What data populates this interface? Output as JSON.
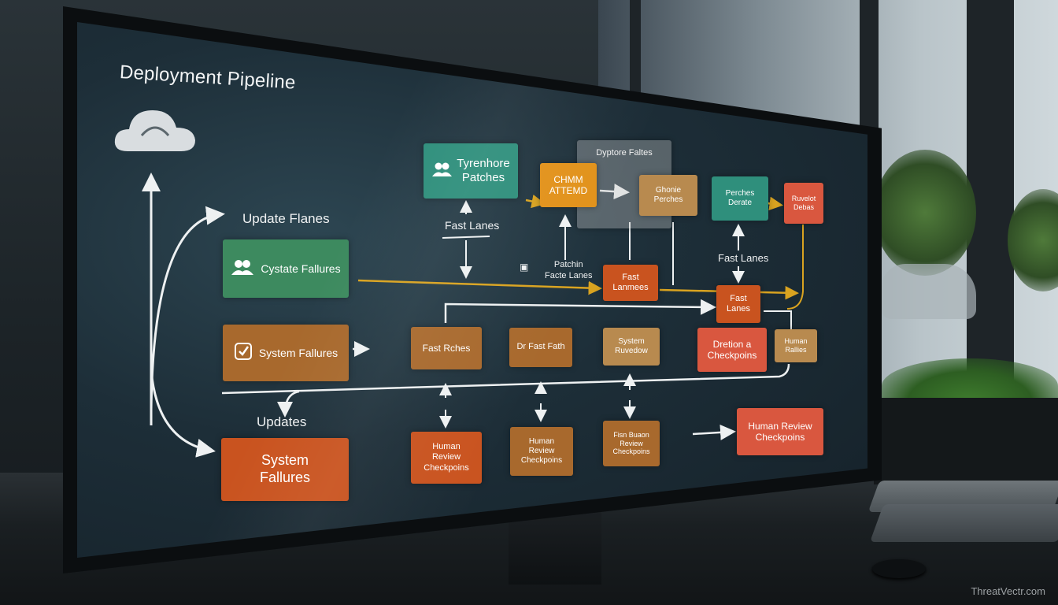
{
  "screen": {
    "title": "Deployment Pipeline",
    "labels": {
      "update_flanes": "Update Flanes",
      "fast_lanes_1": "Fast Lanes",
      "patchin_facte_lanes": "Patchin\nFacte Lanes",
      "fast_lanes_2": "Fast Lanes",
      "updates": "Updates",
      "dyptore_faltes": "Dyptore Faltes"
    },
    "boxes": {
      "cystate_failures": "Cystate Fallures",
      "system_failures_left": "System Fallures",
      "system_failures_big": "System\nFallures",
      "trurenhore_patches": "Tyrenhore\nPatches",
      "chimm_attend": "CHMM\nATTEMD",
      "ghonie_perches": "Ghonie\nPerches",
      "perches": "Perches\nDerate",
      "ruvelot_debas": "Ruvelot\nDebas",
      "fast_lanmees": "Fast\nLanmees",
      "fast_lanes_box": "Fast\nLanes",
      "fast_rches": "Fast Rches",
      "dr_fast_fath": "Dr Fast Fath",
      "system_ruvedow": "System\nRuvedow",
      "dretion_checkpoins": "Dretion a\nCheckpoins",
      "human_rallies": "Human\nRallies",
      "hrc_1": "Human\nReview\nCheckpoins",
      "hrc_2": "Human\nReview\nCheckpoins",
      "hrc_3": "Fisn Buaon\nReview\nCheckpoins",
      "hrc_4": "Human Review\nCheckpoins"
    }
  },
  "watermark": "ThreatVectr.com",
  "colors": {
    "green": "#3d8a5f",
    "teal": "#2f8f7c",
    "brown": "#a8692d",
    "orange": "#c9531f",
    "amber": "#e2921b",
    "rose": "#d9573f",
    "arrow_yellow": "#d9a320",
    "arrow_white": "#eef1f2"
  }
}
